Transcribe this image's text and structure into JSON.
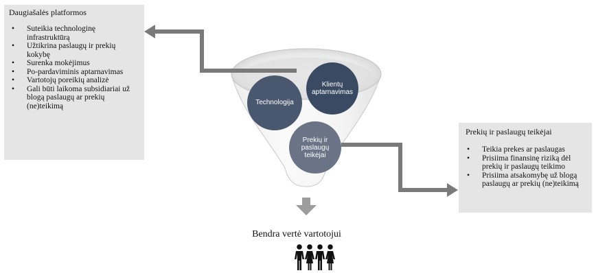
{
  "left_box": {
    "title": "Daugiašalės platformos",
    "items": [
      "Suteikia technologinę infrastruktūrą",
      "Užtikrina paslaugų ir prekių kokybę",
      "Surenka mokėjimus",
      "Po-pardaviminis aptarnavimas",
      "Vartotojų poreikių analizė",
      "Gali būti laikoma subsidiariai už blogą paslaugų ar prekių (ne)teikimą"
    ]
  },
  "right_box": {
    "title": "Prekių ir paslaugų teikėjai",
    "items": [
      "Teikia prekes ar paslaugas",
      "Prisiima finansinę riziką dėl prekių ir paslaugų teikimo",
      "Prisiima atsakomybę už blogą paslaugų ar prekių (ne)teikimą"
    ]
  },
  "funnel": {
    "circles": {
      "klientu": "Klientų aptarnavimas",
      "technologija": "Technologija",
      "prekiu": "Prekių ir paslaugų teikėjai"
    }
  },
  "outcome": "Bendra vertė vartotojui",
  "icons": [
    "people-group-icon",
    "down-arrow-icon"
  ],
  "colors": {
    "box_bg": "#e6e5e5",
    "arrow": "#7a7a7a",
    "circle_dark": "#3b4a63",
    "circle_mid": "#4a586f",
    "circle_light": "#6a7486"
  }
}
